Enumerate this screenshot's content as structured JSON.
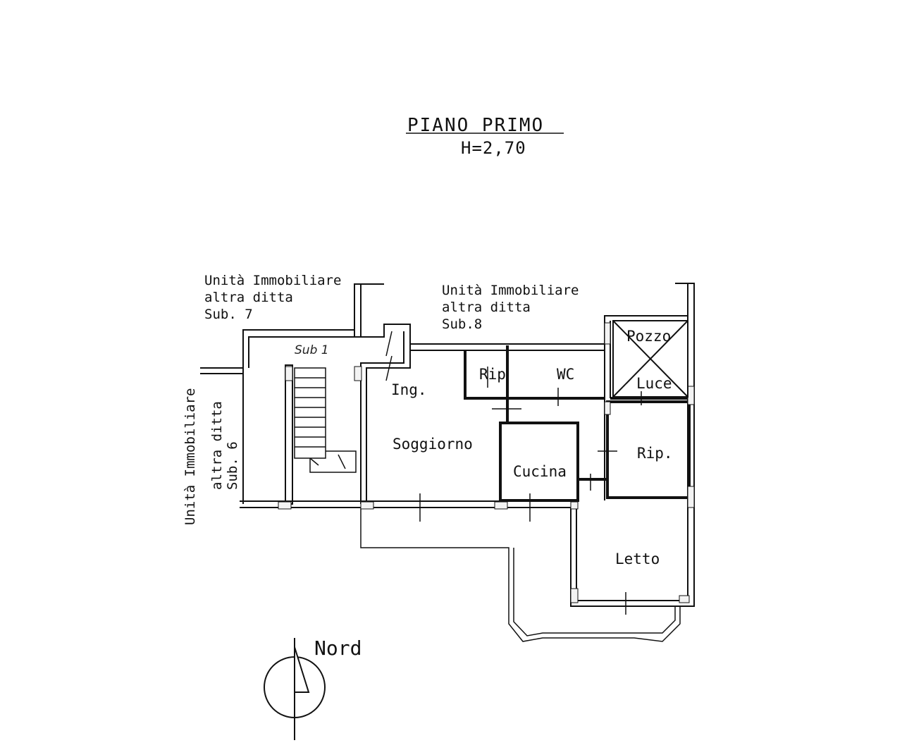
{
  "title": "PIANO PRIMO",
  "height_label": "H=2,70",
  "rooms": {
    "sub1": "Sub 1",
    "ingresso": "Ing.",
    "soggiorno": "Soggiorno",
    "rip_small": "Rip",
    "wc": "WC",
    "pozzo": "Pozzo",
    "luce": "Luce",
    "rip": "Rip.",
    "cucina": "Cucina",
    "letto": "Letto"
  },
  "neighbours": {
    "sub7": [
      "Unità Immobiliare",
      "altra ditta",
      "Sub. 7"
    ],
    "sub8": [
      "Unità Immobiliare",
      "altra ditta",
      "Sub.8"
    ],
    "sub6": [
      "Unità Immobiliare",
      "altra ditta",
      "Sub. 6"
    ]
  },
  "north_label": "Nord"
}
